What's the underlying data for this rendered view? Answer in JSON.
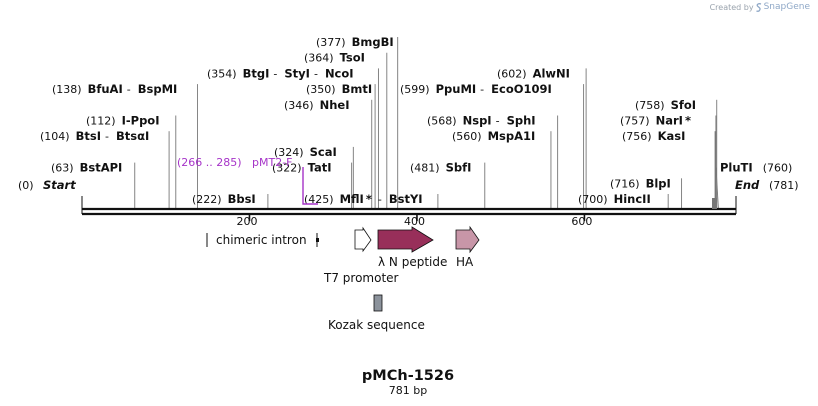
{
  "watermark": {
    "created_by": "Created by",
    "brand": "SnapGene"
  },
  "map": {
    "title": "pMCh-1526",
    "length_label": "781 bp",
    "length_bp": 781,
    "start_label": "Start",
    "end_label": "End",
    "start_pos": "(0)",
    "end_pos": "(781)",
    "ticks": [
      {
        "bp": 200,
        "label": "200"
      },
      {
        "bp": 400,
        "label": "400"
      },
      {
        "bp": 600,
        "label": "600"
      }
    ]
  },
  "enzymes": [
    {
      "row": 0,
      "anchor": 316,
      "pos": "(377)",
      "names": [
        "BmgBI"
      ],
      "bp": [
        377
      ]
    },
    {
      "row": 1,
      "anchor": 304,
      "pos": "(364)",
      "names": [
        "TsoI"
      ],
      "bp": [
        364
      ]
    },
    {
      "row": 2,
      "anchor": 207,
      "pos": "(354)",
      "names": [
        "BtgI",
        "StyI",
        "NcoI"
      ],
      "bp": [
        354,
        354,
        354
      ],
      "star": [
        false,
        false,
        false
      ]
    },
    {
      "row": 3,
      "anchor": 306,
      "pos": "(350)",
      "names": [
        "BmtI"
      ],
      "bp": [
        350
      ]
    },
    {
      "row": 4,
      "anchor": 284,
      "pos": "(346)",
      "names": [
        "NheI"
      ],
      "bp": [
        346
      ]
    },
    {
      "row": 7,
      "anchor": 274,
      "pos": "(324)",
      "names": [
        "ScaI"
      ],
      "bp": [
        324
      ]
    },
    {
      "row": 8,
      "anchor": 272,
      "pos": "(322)",
      "names": [
        "TatI"
      ],
      "bp": [
        322
      ]
    },
    {
      "row": 10,
      "anchor": 304,
      "pos": "(425)",
      "names": [
        "MflI",
        "BstYI"
      ],
      "bp": [
        425,
        425
      ],
      "star": [
        true,
        false
      ]
    },
    {
      "row": 3,
      "anchor": 52,
      "pos": "(138)",
      "names": [
        "BfuAI",
        "BspMI"
      ],
      "bp": [
        138,
        138
      ],
      "star": [
        false,
        false
      ]
    },
    {
      "row": 5,
      "anchor": 86,
      "pos": "(112)",
      "names": [
        "I-PpoI"
      ],
      "bp": [
        112
      ]
    },
    {
      "row": 6,
      "anchor": 40,
      "pos": "(104)",
      "names": [
        "BtsI",
        "BtsαI"
      ],
      "bp": [
        104,
        104
      ],
      "star": [
        false,
        false
      ]
    },
    {
      "row": 8,
      "anchor": 51,
      "pos": "(63)",
      "names": [
        "BstAPI"
      ],
      "bp": [
        63
      ]
    },
    {
      "row": 10,
      "anchor": 192,
      "pos": "(222)",
      "names": [
        "BbsI"
      ],
      "bp": [
        222
      ]
    },
    {
      "row": 2,
      "anchor": 497,
      "pos": "(602)",
      "names": [
        "AlwNI"
      ],
      "bp": [
        602
      ]
    },
    {
      "row": 3,
      "anchor": 400,
      "pos": "(599)",
      "names": [
        "PpuMI",
        "EcoO109I"
      ],
      "bp": [
        599,
        599
      ],
      "star": [
        false,
        false
      ]
    },
    {
      "row": 5,
      "anchor": 427,
      "pos": "(568)",
      "names": [
        "NspI",
        "SphI"
      ],
      "bp": [
        568,
        568
      ],
      "star": [
        false,
        false
      ]
    },
    {
      "row": 6,
      "anchor": 452,
      "pos": "(560)",
      "names": [
        "MspA1I"
      ],
      "bp": [
        560
      ]
    },
    {
      "row": 8,
      "anchor": 410,
      "pos": "(481)",
      "names": [
        "SbfI"
      ],
      "bp": [
        481
      ]
    },
    {
      "row": 10,
      "anchor": 578,
      "pos": "(700)",
      "names": [
        "HincII"
      ],
      "bp": [
        700
      ]
    },
    {
      "row": 9,
      "anchor": 610,
      "pos": "(716)",
      "names": [
        "BlpI"
      ],
      "bp": [
        716
      ]
    },
    {
      "row": 4,
      "anchor": 635,
      "pos": "(758)",
      "names": [
        "SfoI"
      ],
      "bp": [
        758
      ]
    },
    {
      "row": 5,
      "anchor": 620,
      "pos": "(757)",
      "names": [
        "NarI"
      ],
      "bp": [
        757
      ],
      "star": [
        true
      ]
    },
    {
      "row": 6,
      "anchor": 622,
      "pos": "(756)",
      "names": [
        "KasI"
      ],
      "bp": [
        756
      ]
    },
    {
      "row": 8,
      "anchor": 720,
      "pos": "(760)",
      "names": [
        "PluTI"
      ],
      "bp": [
        760
      ],
      "pos_after": true
    }
  ],
  "primer": {
    "pos": "(266 .. 285)",
    "name": "pMT2-F",
    "start": 266,
    "end": 285,
    "color": "#a634c8"
  },
  "features": [
    {
      "name": "chimeric intron",
      "start": 151,
      "end": 285,
      "type": "intron",
      "color": "#000000"
    },
    {
      "name": "T7 promoter",
      "start": 330,
      "end": 349,
      "type": "promoter",
      "color": "#ffffff"
    },
    {
      "name": "λ N peptide",
      "start": 356,
      "end": 421,
      "type": "cds",
      "color": "#982f5a"
    },
    {
      "name": "HA",
      "start": 450,
      "end": 477,
      "type": "tag",
      "color": "#c896a8"
    },
    {
      "name": "Kozak sequence",
      "start": 351,
      "end": 360,
      "type": "misc",
      "color": "#8c939c"
    }
  ]
}
